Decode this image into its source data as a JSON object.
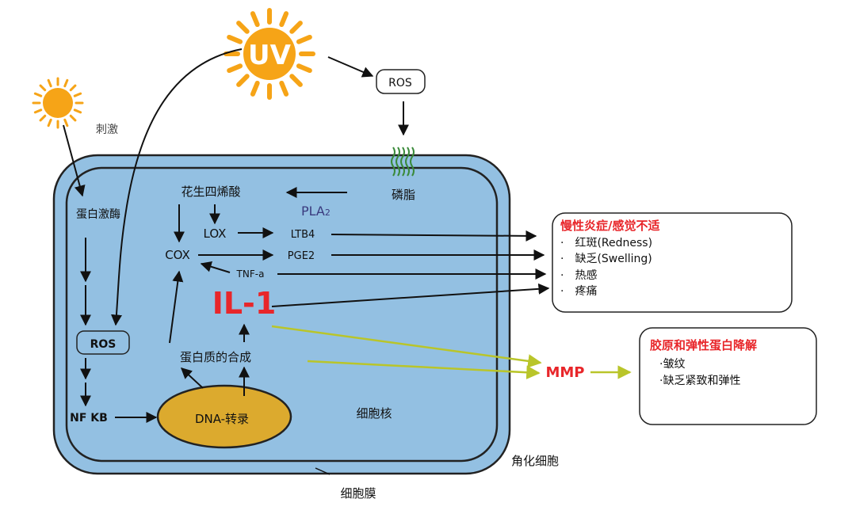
{
  "colors": {
    "cell_fill": "#93c0e2",
    "cell_stroke": "#222222",
    "nucleus_fill": "#dcaa2e",
    "sun_fill": "#f6a417",
    "red": "#e8262a",
    "green_arrow": "#b9c52a",
    "pla_text": "#3a3a7e",
    "membrane_icon": "#3a8a3a"
  },
  "labels": {
    "uv": "UV",
    "stimulus": "刺激",
    "ros_top": "ROS",
    "phospholipid": "磷脂",
    "protein_kinase": "蛋白激酶",
    "ros_cell": "ROS",
    "nfkb": "NF KB",
    "arachidonic_acid": "花生四烯酸",
    "pla2": "PLA",
    "pla2_sub": "2",
    "lox": "LOX",
    "ltb4": "LTB4",
    "cox": "COX",
    "pge2": "PGE2",
    "tnfa": "TNF-a",
    "il1": "IL-1",
    "protein_synthesis": "蛋白质的合成",
    "dna_transcription": "DNA-转录",
    "nucleus": "细胞核",
    "keratinocyte": "角化细胞",
    "cell_membrane": "细胞膜",
    "mmp": "MMP"
  },
  "inflammation_box": {
    "title": "慢性炎症/感觉不适",
    "items": [
      "·　红斑(Redness)",
      "·　缺乏(Swelling)",
      "·　热感",
      "·　疼痛"
    ]
  },
  "degradation_box": {
    "title": "胶原和弹性蛋白降解",
    "items": [
      "·皱纹",
      "·缺乏紧致和弹性"
    ]
  }
}
